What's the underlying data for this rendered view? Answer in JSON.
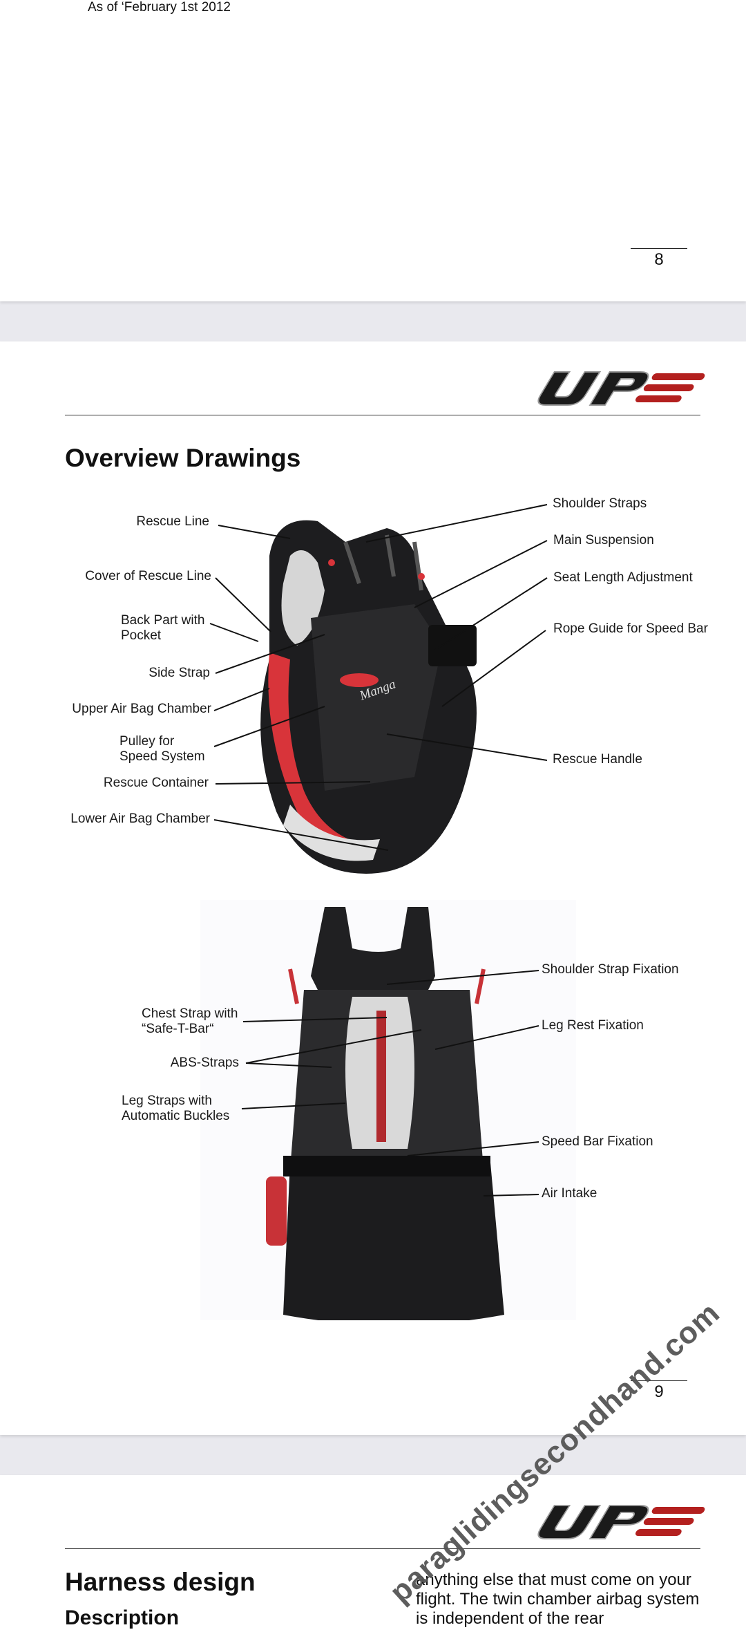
{
  "page8": {
    "as_of": "As of ‘February 1st 2012",
    "page_number": "8"
  },
  "page9": {
    "logo_text": "UP",
    "title": "Overview Drawings",
    "page_number": "9",
    "labels_top_left": [
      "Rescue Line",
      "Cover of Rescue Line",
      "Back Part with",
      "Pocket",
      "Side Strap",
      "Upper Air Bag Chamber",
      "Pulley for",
      "Speed System",
      "Rescue Container",
      "Lower Air Bag Chamber"
    ],
    "labels_top_right": [
      "Shoulder Straps",
      "Main Suspension",
      "Seat Length Adjustment",
      "Rope Guide for Speed Bar",
      "Rescue Handle"
    ],
    "harness_brand_text": "Manga",
    "labels_bottom_left": [
      "Chest Strap with",
      "“Safe-T-Bar“",
      "ABS-Straps",
      "Leg Straps with",
      "Automatic Buckles"
    ],
    "labels_bottom_right": [
      "Shoulder Strap Fixation",
      "Leg Rest Fixation",
      "Speed Bar Fixation",
      "Air Intake"
    ]
  },
  "page10": {
    "logo_text": "UP",
    "title": "Harness design",
    "subtitle": "Description",
    "body_lines": [
      "anything else that must come on your",
      "flight. The twin chamber airbag system",
      "is independent of the rear"
    ]
  },
  "watermark": "paraglidingsecondhand.com",
  "colors": {
    "logo_red": "#b3201f",
    "logo_dark": "#1a1a1a",
    "harness_red": "#d8343a"
  }
}
